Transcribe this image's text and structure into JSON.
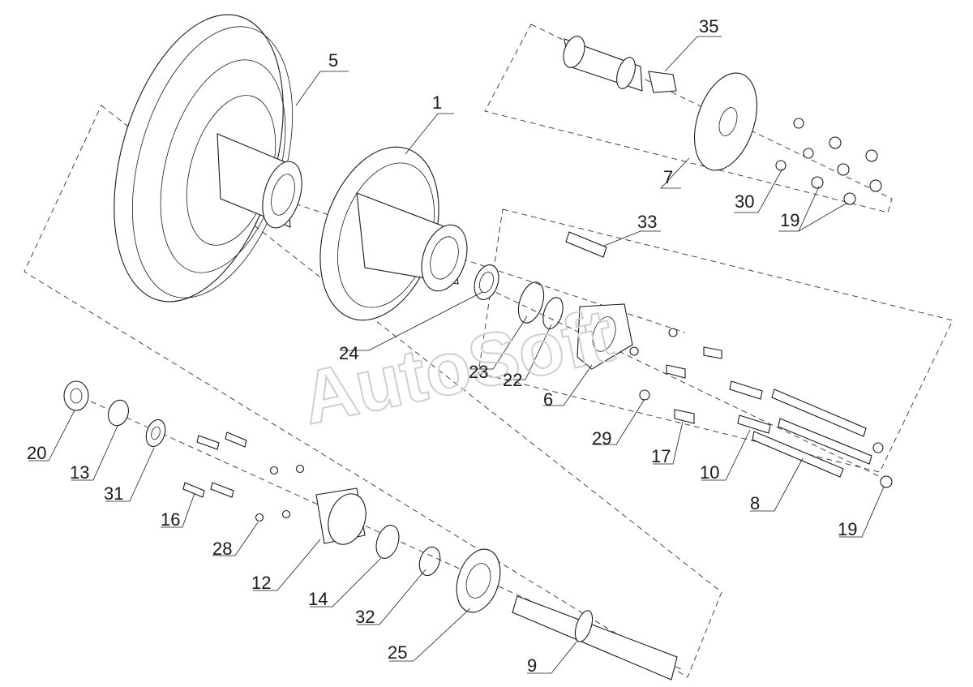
{
  "watermark": "AutoSoft",
  "labels": [
    {
      "id": "1",
      "text": "1"
    },
    {
      "id": "5",
      "text": "5"
    },
    {
      "id": "6",
      "text": "6"
    },
    {
      "id": "7",
      "text": "7"
    },
    {
      "id": "8",
      "text": "8"
    },
    {
      "id": "9",
      "text": "9"
    },
    {
      "id": "10",
      "text": "10"
    },
    {
      "id": "12",
      "text": "12"
    },
    {
      "id": "13",
      "text": "13"
    },
    {
      "id": "14",
      "text": "14"
    },
    {
      "id": "16",
      "text": "16"
    },
    {
      "id": "17",
      "text": "17"
    },
    {
      "id": "19a",
      "text": "19"
    },
    {
      "id": "19b",
      "text": "19"
    },
    {
      "id": "20",
      "text": "20"
    },
    {
      "id": "22",
      "text": "22"
    },
    {
      "id": "23",
      "text": "23"
    },
    {
      "id": "24",
      "text": "24"
    },
    {
      "id": "25",
      "text": "25"
    },
    {
      "id": "28",
      "text": "28"
    },
    {
      "id": "29",
      "text": "29"
    },
    {
      "id": "30",
      "text": "30"
    },
    {
      "id": "31",
      "text": "31"
    },
    {
      "id": "32",
      "text": "32"
    },
    {
      "id": "33",
      "text": "33"
    },
    {
      "id": "35",
      "text": "35"
    }
  ]
}
